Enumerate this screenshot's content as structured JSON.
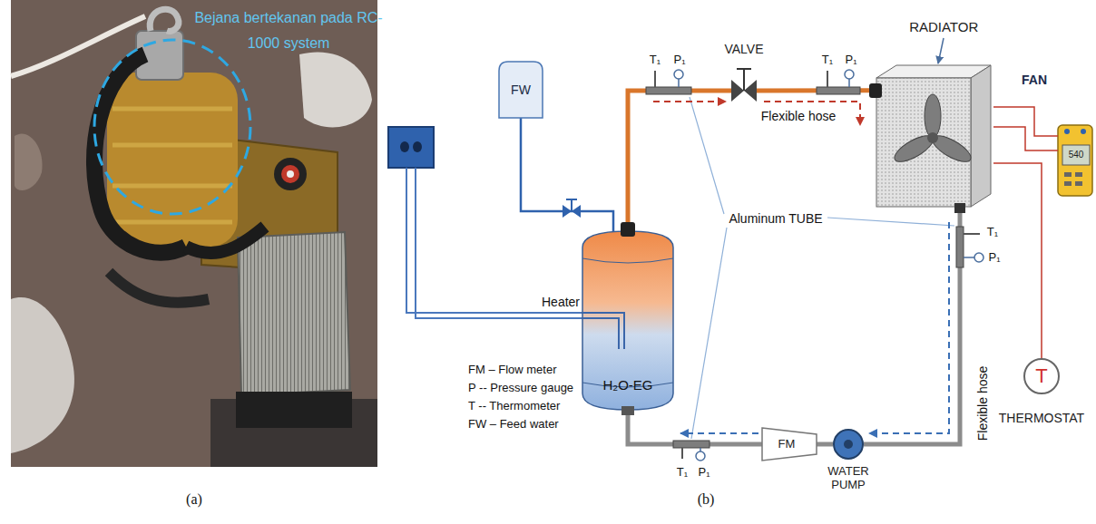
{
  "diagram": {
    "nodes": [
      {
        "text": [
          "FW"
        ]
      },
      {
        "text": [
          "H₂O-EG"
        ]
      },
      {
        "text": [
          "VALVE"
        ]
      },
      {
        "text": [
          "RADIATOR"
        ]
      },
      {
        "text": [
          "WATER PUMP"
        ]
      },
      {
        "text": [
          "FM"
        ]
      },
      {
        "text": [
          "T",
          "THERMOSTAT"
        ]
      }
    ],
    "edges": [
      {
        "from": 0,
        "to": 1,
        "arrow": "none"
      },
      {
        "from": 1,
        "to": 2,
        "arrow": "none"
      },
      {
        "from": 2,
        "to": 3,
        "arrow": "none"
      },
      {
        "from": 3,
        "to": 4,
        "arrow": "none"
      },
      {
        "from": 4,
        "to": 5,
        "arrow": "none"
      },
      {
        "from": 5,
        "to": 1,
        "arrow": "none"
      },
      {
        "from": 6,
        "to": 3,
        "arrow": "none"
      }
    ],
    "labels": [
      "Bejana bertekanan pada RC-1000 system",
      "(a)",
      "(b)",
      "T₁",
      "P₁",
      "T₁",
      "P₁",
      "T₁",
      "P₁",
      "T₁",
      "P₁",
      "Flexible hose",
      "Flexible hose",
      "Aluminum TUBE",
      "FAN",
      "Heater",
      "FM – Flow meter",
      "P -- Pressure gauge",
      "T -- Thermometer",
      "FW – Feed water",
      "540"
    ]
  }
}
